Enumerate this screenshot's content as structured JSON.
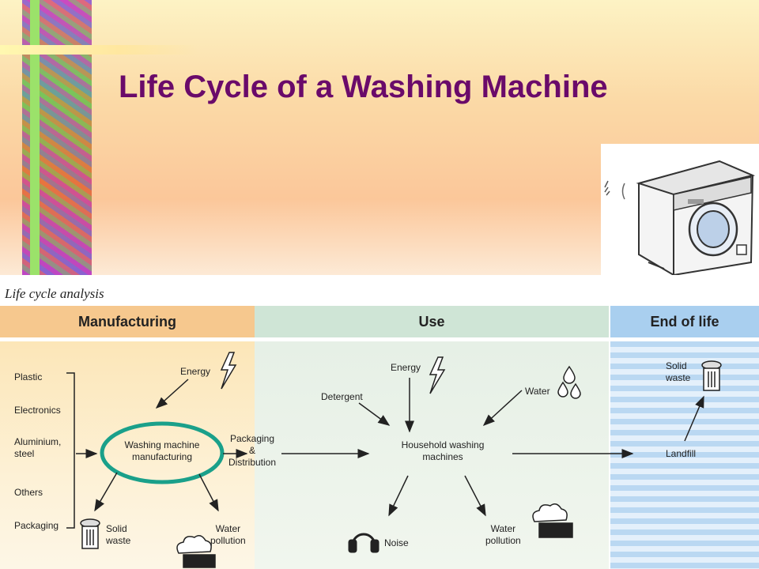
{
  "slide": {
    "title": "Life Cycle of a Washing Machine"
  },
  "diagram": {
    "heading": "Life cycle analysis",
    "sections": {
      "manufacturing": "Manufacturing",
      "use": "Use",
      "end_of_life": "End of life"
    },
    "materials": [
      "Plastic",
      "Electronics",
      "Aluminium,\nsteel",
      "Others",
      "Packaging"
    ],
    "nodes": {
      "manufacturing_process": "Washing machine\nmanufacturing",
      "packaging_distribution": "Packaging\n&\nDistribution",
      "household_use": "Household washing\nmachines",
      "landfill": "Landfill"
    },
    "inputs": {
      "energy_manufacturing": "Energy",
      "energy_use": "Energy",
      "detergent": "Detergent",
      "water": "Water"
    },
    "outputs": {
      "solid_waste_manufacturing": "Solid\nwaste",
      "water_pollution_manufacturing": "Water\npollution",
      "noise": "Noise",
      "water_pollution_use": "Water\npollution",
      "solid_waste_end": "Solid\nwaste"
    },
    "colors": {
      "title": "#6a0a6a",
      "manufacturing_header": "#f6c88e",
      "use_header": "#cfe5d6",
      "end_header": "#a9cfef",
      "ellipse": "#1aa08a"
    }
  }
}
